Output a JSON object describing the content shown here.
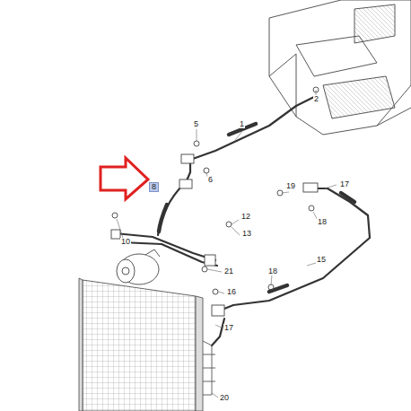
{
  "diagram": {
    "labels": [
      "1",
      "2",
      "5",
      "6",
      "8",
      "19",
      "17",
      "18",
      "12",
      "13",
      "10",
      "21",
      "18",
      "15",
      "16",
      "17",
      "20"
    ]
  }
}
